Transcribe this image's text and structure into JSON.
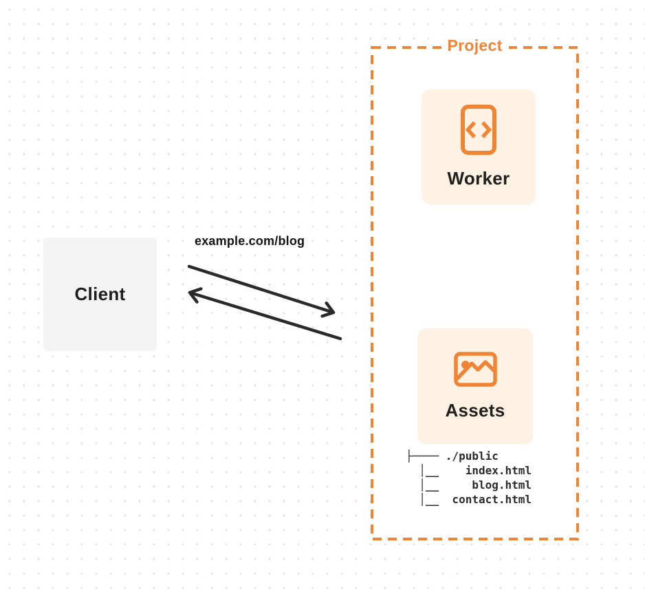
{
  "diagram": {
    "client": {
      "label": "Client"
    },
    "request_label": "example.com/blog",
    "project": {
      "title": "Project",
      "worker": {
        "label": "Worker",
        "icon": "code-file-icon"
      },
      "assets": {
        "label": "Assets",
        "icon": "image-icon",
        "file_tree": [
          "├──── ./public",
          "  │__    index.html",
          "  │__     blog.html",
          "  │__  contact.html"
        ]
      }
    },
    "colors": {
      "orange": "#EE8434",
      "card_background": "#FDF2E3",
      "client_background": "#F4F4F5",
      "arrow": "#2A2A2A",
      "dot_grid": "#E2E2E2",
      "text_dark": "#1D1D1F"
    }
  }
}
